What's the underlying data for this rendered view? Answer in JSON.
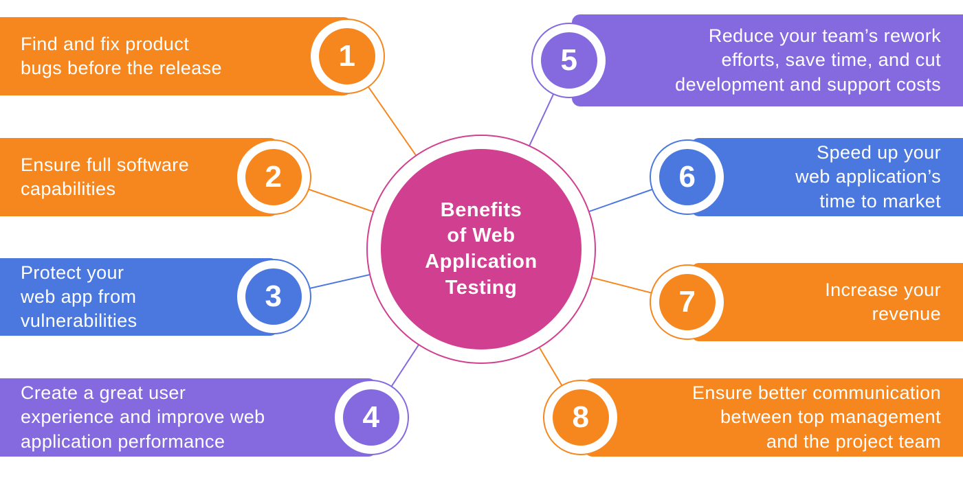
{
  "center": {
    "label": "Benefits\nof Web\nApplication\nTesting",
    "color": "#D03F90"
  },
  "colors": {
    "orange": "#F6871E",
    "blue": "#4A78DF",
    "purple": "#8469DF",
    "pink": "#D03F90"
  },
  "items": [
    {
      "number": "1",
      "side": "left",
      "color": "#F6871E",
      "label": "Find and fix product\nbugs before the release"
    },
    {
      "number": "2",
      "side": "left",
      "color": "#F6871E",
      "label": "Ensure full software\ncapabilities"
    },
    {
      "number": "3",
      "side": "left",
      "color": "#4A78DF",
      "label": "Protect your\nweb app from\nvulnerabilities"
    },
    {
      "number": "4",
      "side": "left",
      "color": "#8469DF",
      "label": "Create a great user\nexperience and improve web\napplication performance"
    },
    {
      "number": "5",
      "side": "right",
      "color": "#8469DF",
      "label": "Reduce your team’s rework\nefforts, save time, and cut\ndevelopment and support costs"
    },
    {
      "number": "6",
      "side": "right",
      "color": "#4A78DF",
      "label": "Speed up your\nweb application’s\ntime to market"
    },
    {
      "number": "7",
      "side": "right",
      "color": "#F6871E",
      "label": "Increase your\nrevenue"
    },
    {
      "number": "8",
      "side": "right",
      "color": "#F6871E",
      "label": "Ensure better communication\nbetween top management\nand the project team"
    }
  ]
}
